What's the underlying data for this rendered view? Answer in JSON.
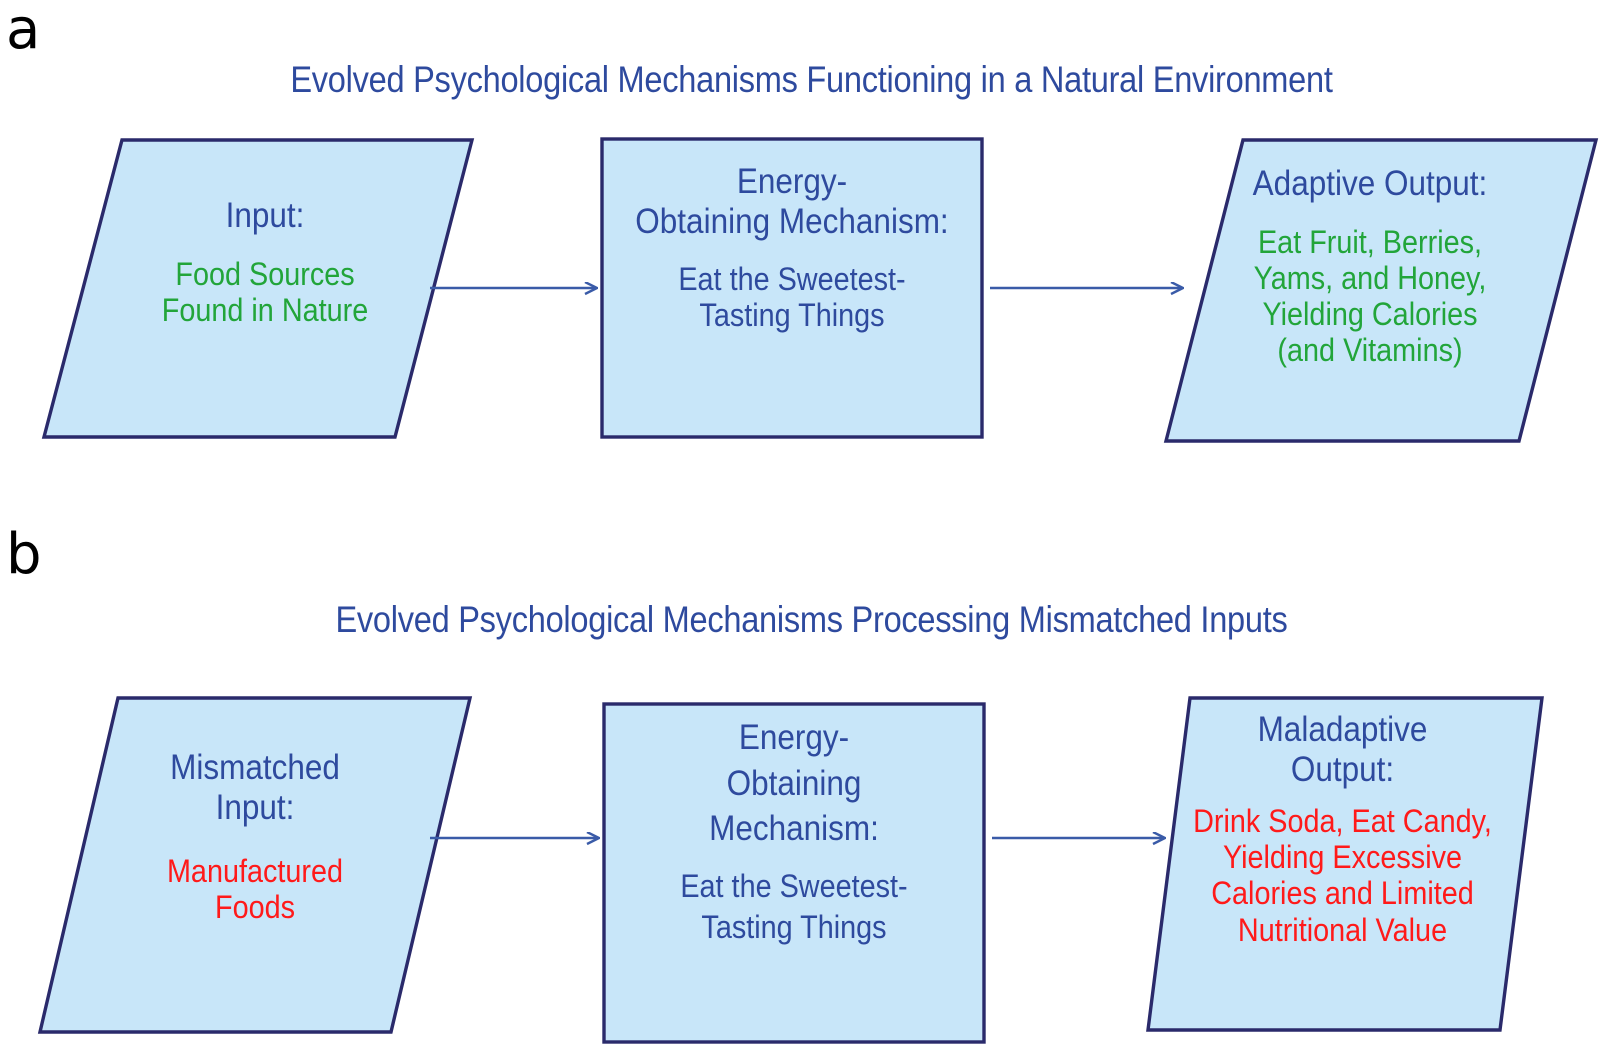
{
  "figure": {
    "background_color": "#FFFFFF",
    "shape_fill": "#C8E6F9",
    "shape_stroke": "#2A2A6B",
    "arrow_color": "#3A5BA8",
    "heading_color": "#2E4A9E",
    "adaptive_color": "#22A53A",
    "maladaptive_color": "#FF1A1A"
  },
  "panels": [
    {
      "letter": "a",
      "title": "Evolved Psychological Mechanisms Functioning in a Natural Environment",
      "nodes": {
        "input": {
          "shape": "parallelogram",
          "heading": "Input:",
          "body_lines": [
            "Food Sources",
            "Found in Nature"
          ],
          "body_color": "#22A53A"
        },
        "mechanism": {
          "shape": "rectangle",
          "heading_lines": [
            "Energy-",
            "Obtaining Mechanism:"
          ],
          "body_lines": [
            "Eat the Sweetest-",
            "Tasting Things"
          ],
          "body_color": "#2E4A9E"
        },
        "output": {
          "shape": "parallelogram",
          "heading": "Adaptive Output:",
          "body_lines": [
            "Eat Fruit, Berries,",
            "Yams, and Honey,",
            "Yielding Calories",
            "(and Vitamins)"
          ],
          "body_color": "#22A53A"
        }
      },
      "arrows": [
        "arrow-input-to-mechanism",
        "arrow-mechanism-to-output"
      ]
    },
    {
      "letter": "b",
      "title": "Evolved Psychological Mechanisms Processing Mismatched Inputs",
      "nodes": {
        "input": {
          "shape": "parallelogram",
          "heading_lines": [
            "Mismatched",
            "Input:"
          ],
          "body_lines": [
            "Manufactured",
            "Foods"
          ],
          "body_color": "#FF1A1A"
        },
        "mechanism": {
          "shape": "rectangle",
          "heading_lines": [
            "Energy-",
            "Obtaining",
            "Mechanism:"
          ],
          "body_lines": [
            "Eat the Sweetest-",
            "Tasting Things"
          ],
          "body_color": "#2E4A9E"
        },
        "output": {
          "shape": "parallelogram",
          "heading_lines": [
            "Maladaptive",
            "Output:"
          ],
          "body_lines": [
            "Drink Soda, Eat Candy,",
            "Yielding Excessive",
            "Calories and Limited",
            "Nutritional Value"
          ],
          "body_color": "#FF1A1A"
        }
      },
      "arrows": [
        "arrow-input-to-mechanism",
        "arrow-mechanism-to-output"
      ]
    }
  ]
}
